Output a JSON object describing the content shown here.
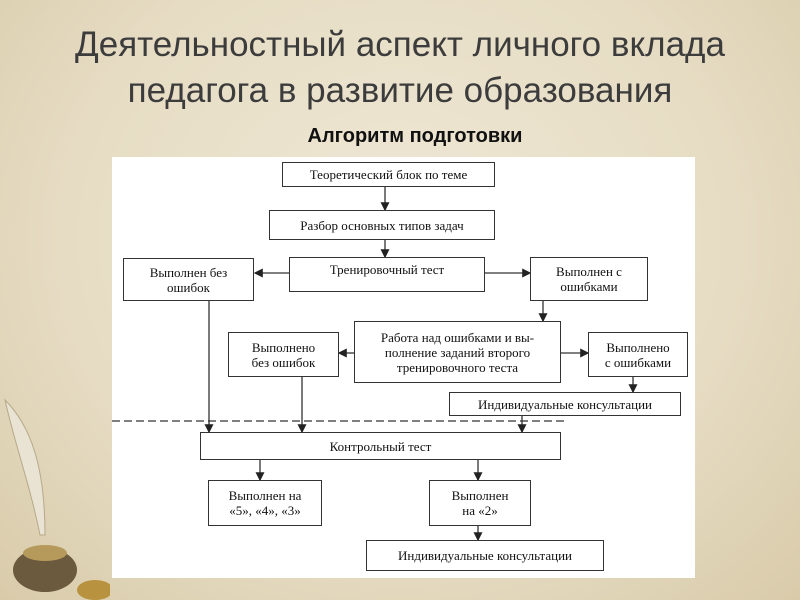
{
  "slide": {
    "title_line1": "Деятельностный аспект личного вклада",
    "title_line2": "педагога в развитие образования",
    "subtitle": "Алгоритм подготовки"
  },
  "diagram": {
    "theory": "Теоретический блок по теме",
    "analysis": "Разбор основных типов  задач",
    "training_test": "Тренировочный тест",
    "done_no_errors": "Выполнен без\nошибок",
    "done_with_errors": "Выполнен с\nошибками",
    "work_on_errors": "Работа над ошибками и вы-\nполнение заданий второго\nтренировочного теста",
    "done2_no_errors": "Выполнено\nбез ошибок",
    "done2_with_errors": "Выполнено\nс ошибками",
    "consult1": "Индивидуальные консультации",
    "control_test": "Контрольный тест",
    "grade_543": "Выполнен  на\n«5», «4», «3»",
    "grade_2": "Выполнен\nна «2»",
    "consult2": "Индивидуальные консультации"
  }
}
